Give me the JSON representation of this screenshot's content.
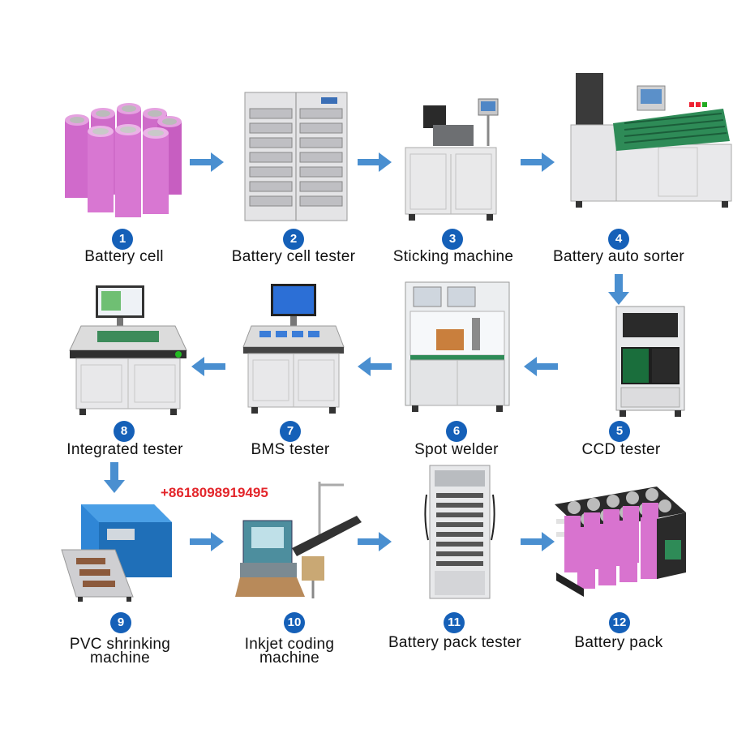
{
  "steps": [
    {
      "number": "1",
      "label": "Battery cell"
    },
    {
      "number": "2",
      "label": "Battery cell tester"
    },
    {
      "number": "3",
      "label": "Sticking machine"
    },
    {
      "number": "4",
      "label": "Battery auto sorter"
    },
    {
      "number": "5",
      "label": "CCD tester"
    },
    {
      "number": "6",
      "label": "Spot welder"
    },
    {
      "number": "7",
      "label": "BMS tester"
    },
    {
      "number": "8",
      "label": "Integrated tester"
    },
    {
      "number": "9",
      "label_line1": "PVC shrinking",
      "label_line2": "machine"
    },
    {
      "number": "10",
      "label_line1": "Inkjet coding",
      "label_line2": "machine"
    },
    {
      "number": "11",
      "label": "Battery pack tester"
    },
    {
      "number": "12",
      "label": "Battery pack"
    }
  ],
  "contact": {
    "phone": "+8618098919495"
  },
  "colors": {
    "badge": "#1560b8",
    "arrow": "#4a8fd0",
    "phone": "#e3262b",
    "cell": "#d56fd0"
  }
}
